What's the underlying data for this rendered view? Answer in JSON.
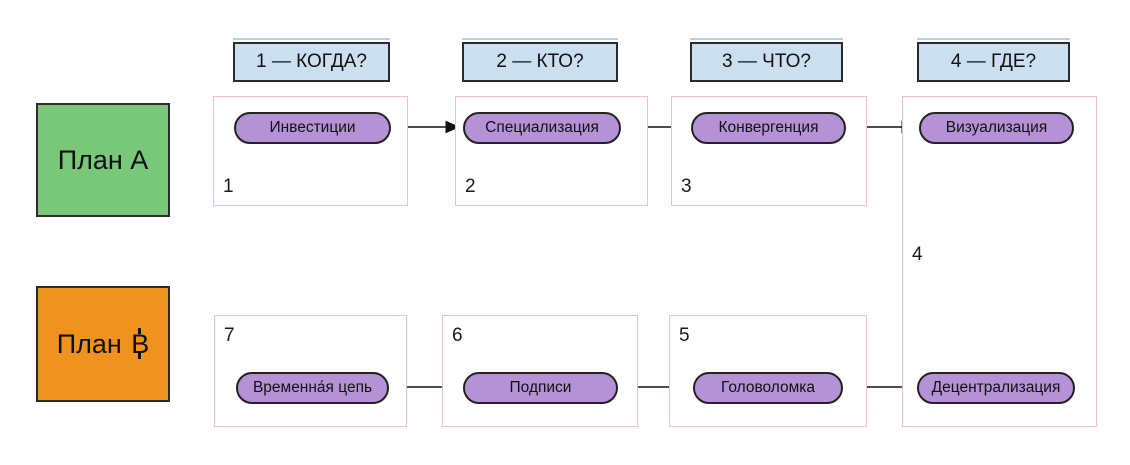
{
  "plans": [
    {
      "label": "План А"
    },
    {
      "label": "План ₿",
      "label_word": "План",
      "symbol_base": "B"
    }
  ],
  "headers": [
    {
      "label": "1 — КОГДА?"
    },
    {
      "label": "2 — КТО?"
    },
    {
      "label": "3 — ЧТО?"
    },
    {
      "label": "4 — ГДЕ?"
    }
  ],
  "frames": [
    {
      "number": "1",
      "node": "Инвестиции"
    },
    {
      "number": "2",
      "node": "Специализация"
    },
    {
      "number": "3",
      "node": "Конвергенция"
    },
    {
      "number": "4",
      "node_top": "Визуализация",
      "node_bottom": "Децентрализация"
    },
    {
      "number": "5",
      "node": "Головоломка"
    },
    {
      "number": "6",
      "node": "Подписи"
    },
    {
      "number": "7",
      "node": "Временна́я цепь"
    }
  ],
  "colors": {
    "plan_a_fill": "#79c879",
    "plan_b_fill": "#f0921e",
    "header_fill": "#cbdff0",
    "node_fill": "#b591d5",
    "frame_border": "#f3bfd0",
    "line": "#111111"
  }
}
